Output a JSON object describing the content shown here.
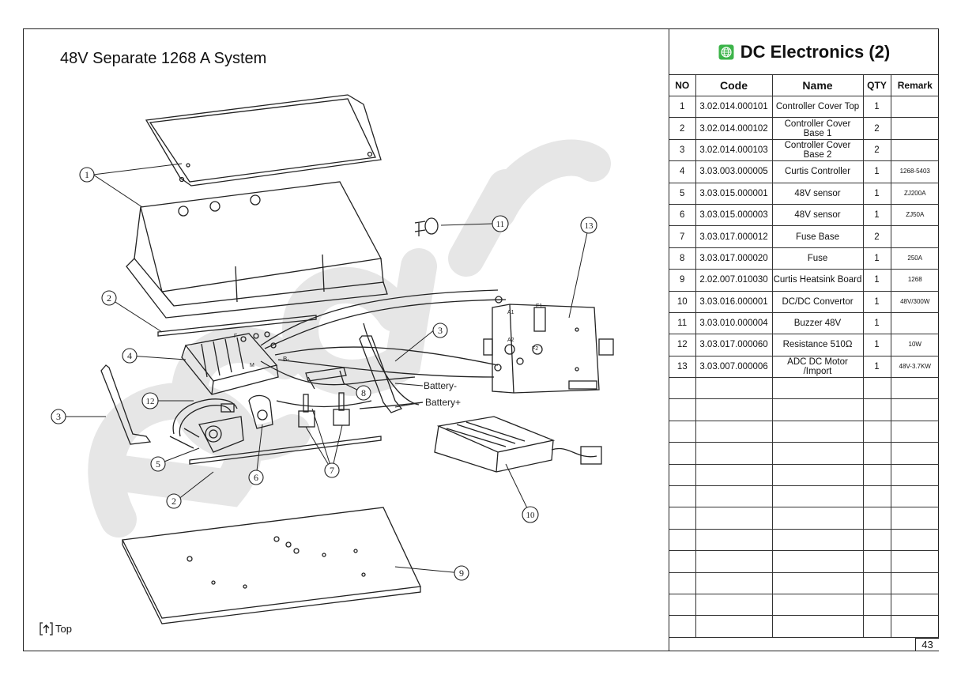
{
  "page": {
    "title": "48V Separate 1268 A System",
    "heading": "DC Electronics (2)",
    "heading_icon": "globe-icon",
    "top_link": "Top",
    "top_icon": "arrow-up-icon",
    "page_number": "43",
    "watermark": "ecar",
    "accent_color": "#3cb44a"
  },
  "table": {
    "headers": {
      "no": "NO",
      "code": "Code",
      "name": "Name",
      "qty": "QTY",
      "remark": "Remark"
    },
    "rows": [
      {
        "no": "1",
        "code": "3.02.014.000101",
        "name": "Controller Cover Top",
        "qty": "1",
        "remark": ""
      },
      {
        "no": "2",
        "code": "3.02.014.000102",
        "name": "Controller Cover Base 1",
        "qty": "2",
        "remark": ""
      },
      {
        "no": "3",
        "code": "3.02.014.000103",
        "name": "Controller Cover Base 2",
        "qty": "2",
        "remark": ""
      },
      {
        "no": "4",
        "code": "3.03.003.000005",
        "name": "Curtis Controller",
        "qty": "1",
        "remark": "1268-5403"
      },
      {
        "no": "5",
        "code": "3.03.015.000001",
        "name": "48V sensor",
        "qty": "1",
        "remark": "ZJ200A"
      },
      {
        "no": "6",
        "code": "3.03.015.000003",
        "name": "48V sensor",
        "qty": "1",
        "remark": "ZJ50A"
      },
      {
        "no": "7",
        "code": "3.03.017.000012",
        "name": "Fuse Base",
        "qty": "2",
        "remark": ""
      },
      {
        "no": "8",
        "code": "3.03.017.000020",
        "name": "Fuse",
        "qty": "1",
        "remark": "250A"
      },
      {
        "no": "9",
        "code": "2.02.007.010030",
        "name": "Curtis Heatsink Board",
        "qty": "1",
        "remark": "1268"
      },
      {
        "no": "10",
        "code": "3.03.016.000001",
        "name": "DC/DC Convertor",
        "qty": "1",
        "remark": "48V/300W"
      },
      {
        "no": "11",
        "code": "3.03.010.000004",
        "name": "Buzzer 48V",
        "qty": "1",
        "remark": ""
      },
      {
        "no": "12",
        "code": "3.03.017.000060",
        "name": "Resistance 510Ω",
        "qty": "1",
        "remark": "10W"
      },
      {
        "no": "13",
        "code": "3.03.007.000006",
        "name": "ADC DC Motor /Import",
        "qty": "1",
        "remark": "48V-3.7KW"
      }
    ],
    "empty_rows": 12
  },
  "diagram": {
    "callouts": [
      "1",
      "2",
      "3",
      "4",
      "5",
      "6",
      "7",
      "8",
      "9",
      "10",
      "11",
      "12",
      "13",
      "2",
      "3"
    ],
    "labels": {
      "battery_neg": "Battery-",
      "battery_pos": "Battery+",
      "b_minus": "B-",
      "a1": "A1",
      "a2": "A2",
      "f1": "F1",
      "f2": "F2",
      "f": "F",
      "m": "M"
    }
  }
}
